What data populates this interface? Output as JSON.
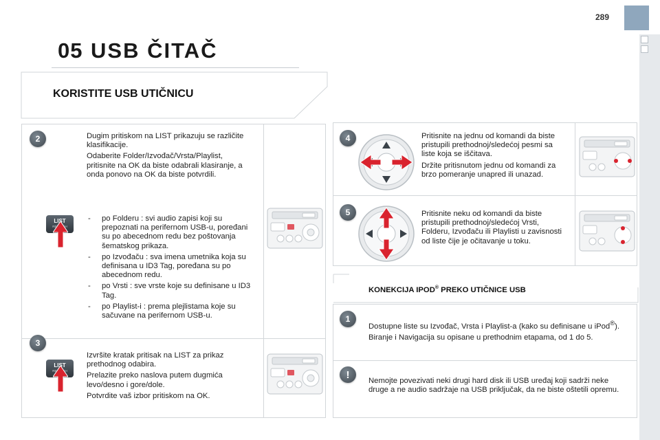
{
  "page": {
    "number": "289"
  },
  "header": {
    "chapter_number": "05",
    "chapter_title": "USB ČITAČ"
  },
  "section": {
    "title": "KORISTITE USB UTIČNICU"
  },
  "step2": {
    "badge": "2",
    "p1": "Dugim pritiskom na LIST prikazuju se različite klasifikacije.",
    "p2": "Odaberite Folder/Izvođač/Vrsta/Playlist, pritisnite na OK da biste odabrali klasiranje, a onda ponovo na OK da biste potvrdili.",
    "bullets": [
      "po Folderu : svi audio zapisi koji su prepoznati na perifernom USB-u, poređani su po abecednom redu bez poštovanja šematskog prikaza.",
      "po Izvođaču : sva imena umetnika koja su definisana u ID3 Tag, poređana su po abecednom redu.",
      "po Vrsti : sve vrste koje su definisane u ID3 Tag.",
      "po Playlist-i : prema plejlistama koje su sačuvane na perifernom USB-u."
    ],
    "button": {
      "label": "LIST",
      "sublabel": "REFRESH"
    }
  },
  "step3": {
    "badge": "3",
    "p1": "Izvršite kratak pritisak na LIST za prikaz prethodnog odabira.",
    "p2": "Prelazite preko naslova putem dugmića levo/desno i gore/dole.",
    "p3": "Potvrdite vaš izbor pritiskom na OK.",
    "button": {
      "label": "LIST",
      "sublabel": "REFRESH"
    }
  },
  "step4": {
    "badge": "4",
    "p1": "Pritisnite na jednu od komandi da biste pristupili prethodnoj/sledećoj pesmi sa liste koja se iščitava.",
    "p2": "Držite pritisnutom jednu od komandi za brzo pomeranje unapred ili unazad."
  },
  "step5": {
    "badge": "5",
    "p1": "Pritisnite neku od komandi da biste pristupili prethodnoj/sledećoj Vrsti, Folderu, Izvođaču ili Playlisti u zavisnosti od liste čije je očitavanje u toku."
  },
  "connection": {
    "title_before": "KONEKCIJA IPOD",
    "title_sup": "®",
    "title_after": " PREKO UTIČNICE USB",
    "badge": "1",
    "p1_before": "Dostupne liste su Izvođač, Vrsta i Playlist-a (kako su definisane u iPod",
    "p1_sup": "®",
    "p1_after": ").",
    "p2": "Biranje i Navigacija su opisane u prethodnim etapama, od 1 do 5."
  },
  "warning": {
    "badge": "!",
    "text": "Nemojte povezivati neki drugi hard disk ili USB uređaj koji sadrži neke druge a ne audio sadržaje na USB priključak, da ne biste oštetili opremu."
  },
  "colors": {
    "accent_arrow": "#d9232e",
    "badge": "#4d565d",
    "panel_border": "#d2d6d9",
    "corner_tab": "#8fa7bd"
  }
}
